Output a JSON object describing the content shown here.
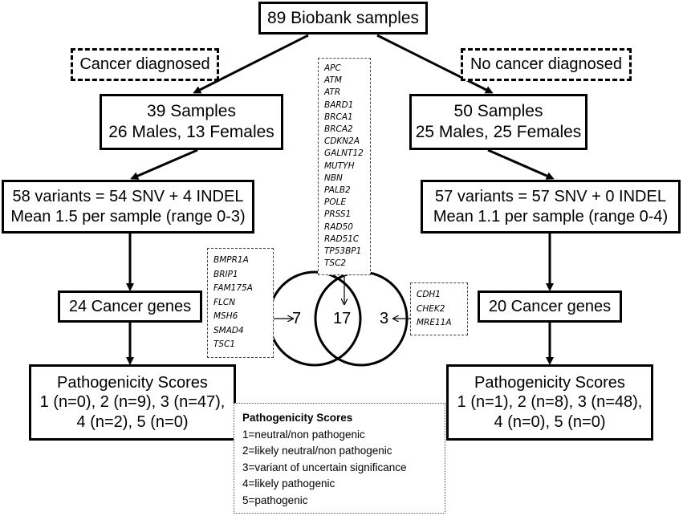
{
  "root": {
    "label": "89 Biobank samples"
  },
  "left": {
    "category": "Cancer diagnosed",
    "samples_line1": "39 Samples",
    "samples_line2": "26 Males, 13 Females",
    "variants_line1": "58 variants = 54 SNV + 4 INDEL",
    "variants_line2": "Mean 1.5 per sample (range 0-3)",
    "genes": "24 Cancer genes",
    "scores_title": "Pathogenicity Scores",
    "scores_line1": "1 (n=0), 2 (n=9), 3 (n=47),",
    "scores_line2": "4 (n=2), 5 (n=0)",
    "unique_genes": [
      "BMPR1A",
      "BRIP1",
      "FAM175A",
      "FLCN",
      "MSH6",
      "SMAD4",
      "TSC1"
    ]
  },
  "right": {
    "category": "No cancer diagnosed",
    "samples_line1": "50 Samples",
    "samples_line2": "25 Males, 25 Females",
    "variants_line1": "57 variants = 57 SNV + 0 INDEL",
    "variants_line2": "Mean 1.1 per sample (range 0-4)",
    "genes": "20 Cancer genes",
    "scores_title": "Pathogenicity Scores",
    "scores_line1": "1 (n=1), 2 (n=8), 3 (n=48),",
    "scores_line2": "4 (n=0), 5 (n=0)",
    "unique_genes": [
      "CDH1",
      "CHEK2",
      "MRE11A"
    ]
  },
  "shared_genes": [
    "APC",
    "ATM",
    "ATR",
    "BARD1",
    "BRCA1",
    "BRCA2",
    "CDKN2A",
    "GALNT12",
    "MUTYH",
    "NBN",
    "PALB2",
    "POLE",
    "PRSS1",
    "RAD50",
    "RAD51C",
    "TP53BP1",
    "TSC2"
  ],
  "venn": {
    "left_only": "7",
    "shared": "17",
    "right_only": "3"
  },
  "legend": {
    "title": "Pathogenicity Scores",
    "items": [
      "1=neutral/non pathogenic",
      "2=likely neutral/non pathogenic",
      "3=variant of uncertain significance",
      "4=likely pathogenic",
      "5=pathogenic"
    ]
  }
}
